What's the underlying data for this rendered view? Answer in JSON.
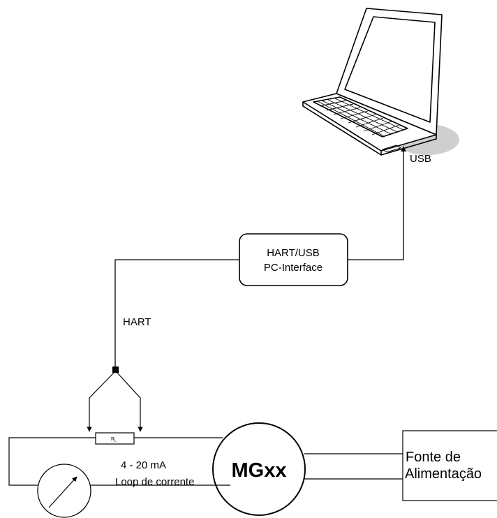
{
  "labels": {
    "usb": "USB",
    "interface_line1": "HART/USB",
    "interface_line2": "PC-Interface",
    "hart": "HART",
    "resistor": "R",
    "resistor_sub": "L",
    "current_range": "4 - 20 mA",
    "current_loop": "Loop de corrente",
    "device": "MGxx",
    "power_line1": "Fonte de",
    "power_line2": "Alimentação"
  },
  "icons": {
    "laptop": "laptop-icon",
    "meter": "ammeter-icon",
    "resistor": "resistor-icon"
  },
  "colors": {
    "line": "#000000",
    "shadow": "#cfcfcf",
    "background": "#ffffff"
  }
}
